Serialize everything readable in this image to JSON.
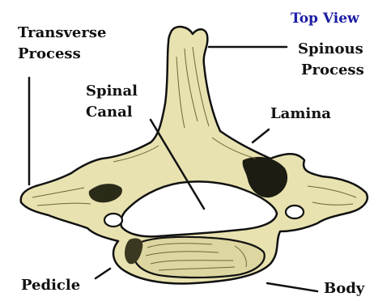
{
  "view_label": "Top View",
  "labels": {
    "transverse_process": [
      "Transverse",
      "Process"
    ],
    "spinous_process": [
      "Spinous",
      "Process"
    ],
    "spinal_canal": [
      "Spinal",
      "Canal"
    ],
    "lamina": "Lamina",
    "pedicle": "Pedicle",
    "body": "Body"
  },
  "colors": {
    "bone": "#e8e2b0",
    "bone_shadow": "#c7bf84",
    "outline": "#111111",
    "view_label": "#1c1ca6",
    "label_text": "#111111"
  }
}
